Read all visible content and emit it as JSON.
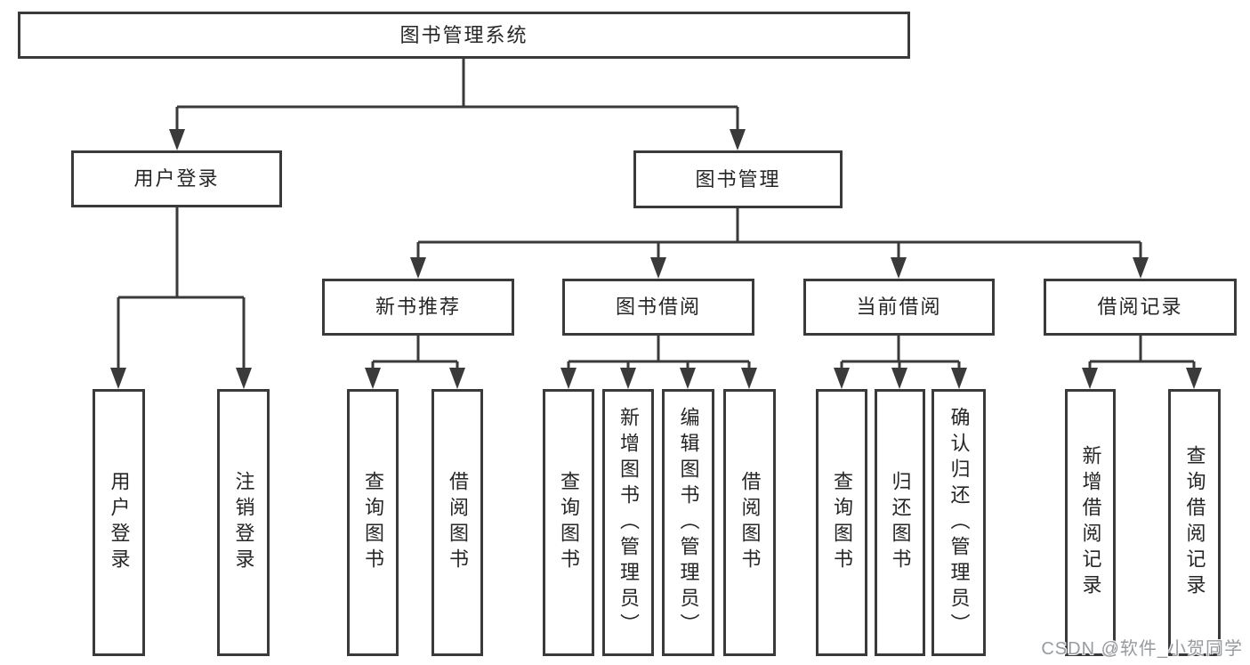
{
  "diagram_title": "图书管理系统",
  "nodes": {
    "root": "图书管理系统",
    "user_login": "用户登录",
    "book_management": "图书管理",
    "new_book_recommend": "新书推荐",
    "book_borrowing": "图书借阅",
    "current_borrowing": "当前借阅",
    "borrowing_records": "借阅记录",
    "leaf_user_login": "用户登录",
    "leaf_logout": "注销登录",
    "leaf_nb_query_books": "查询图书",
    "leaf_nb_borrow_books": "借阅图书",
    "leaf_bb_query_books": "查询图书",
    "leaf_bb_add_books_admin": "新增图书（管理员）",
    "leaf_bb_edit_books_admin": "编辑图书（管理员）",
    "leaf_bb_borrow_books": "借阅图书",
    "leaf_cb_query_books": "查询图书",
    "leaf_cb_return_books": "归还图书",
    "leaf_cb_confirm_return_admin": "确认归还（管理员）",
    "leaf_br_add_record": "新增借阅记录",
    "leaf_br_query_record": "查询借阅记录"
  },
  "tree": {
    "图书管理系统": {
      "用户登录": [
        "用户登录",
        "注销登录"
      ],
      "图书管理": {
        "新书推荐": [
          "查询图书",
          "借阅图书"
        ],
        "图书借阅": [
          "查询图书",
          "新增图书（管理员）",
          "编辑图书（管理员）",
          "借阅图书"
        ],
        "当前借阅": [
          "查询图书",
          "归还图书",
          "确认归还（管理员）"
        ],
        "借阅记录": [
          "新增借阅记录",
          "查询借阅记录"
        ]
      }
    }
  },
  "watermark": "CSDN @软件_小贺同学",
  "colors": {
    "line": "#3a3a3a",
    "box_border": "#3a3a3a",
    "text": "#262626",
    "background": "#ffffff",
    "watermark": "#8e9298"
  }
}
